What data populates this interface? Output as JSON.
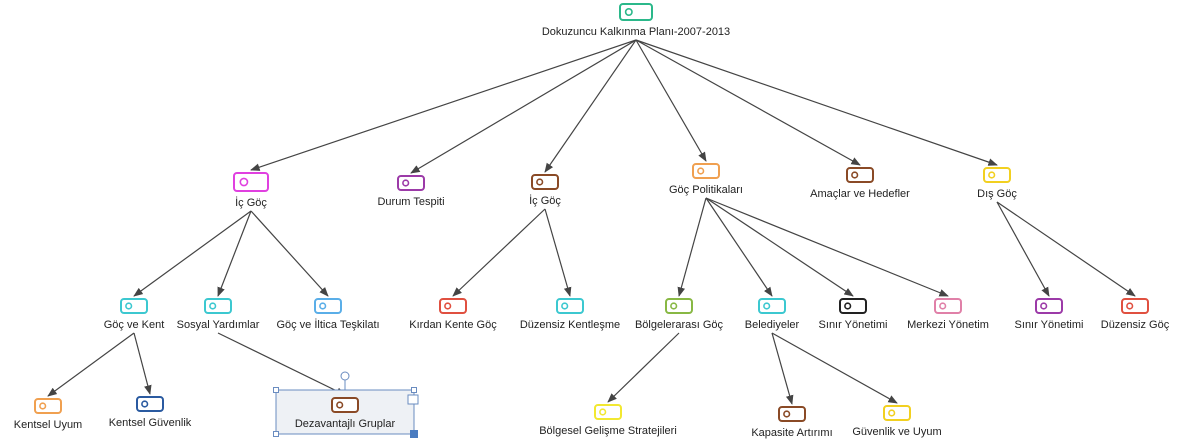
{
  "nodes": [
    {
      "id": "root",
      "label": "Dokuzuncu Kalkınma Planı-2007-2013",
      "color": "#2bb88a"
    },
    {
      "id": "ic_goc_1",
      "label": "İç Göç",
      "color": "#e040e0"
    },
    {
      "id": "durum",
      "label": "Durum Tespiti",
      "color": "#9c3aa8"
    },
    {
      "id": "ic_goc_2",
      "label": "İç Göç",
      "color": "#8a4a26"
    },
    {
      "id": "goc_pol",
      "label": "Göç Politikaları",
      "color": "#f0a050"
    },
    {
      "id": "amaclar",
      "label": "Amaçlar ve Hedefler",
      "color": "#8a4a26"
    },
    {
      "id": "dis_goc",
      "label": "Dış Göç",
      "color": "#f2d020"
    },
    {
      "id": "goc_kent",
      "label": "Göç ve Kent",
      "color": "#3cc8d0"
    },
    {
      "id": "sosyal",
      "label": "Sosyal Yardımlar",
      "color": "#3cc8d0"
    },
    {
      "id": "iltica",
      "label": "Göç ve İltica Teşkilatı",
      "color": "#5aaee8"
    },
    {
      "id": "kirdan",
      "label": "Kırdan Kente Göç",
      "color": "#e05040"
    },
    {
      "id": "duzensiz_k",
      "label": "Düzensiz Kentleşme",
      "color": "#3cc8d0"
    },
    {
      "id": "bolgeler",
      "label": "Bölgelerarası Göç",
      "color": "#88b844"
    },
    {
      "id": "belediye",
      "label": "Belediyeler",
      "color": "#3cc8d0"
    },
    {
      "id": "sinir_1",
      "label": "Sınır Yönetimi",
      "color": "#222222"
    },
    {
      "id": "merkezi",
      "label": "Merkezi Yönetim",
      "color": "#e080a8"
    },
    {
      "id": "sinir_2",
      "label": "Sınır Yönetimi",
      "color": "#9c3aa8"
    },
    {
      "id": "duzensiz_g",
      "label": "Düzensiz Göç",
      "color": "#e05040"
    },
    {
      "id": "uyum",
      "label": "Kentsel Uyum",
      "color": "#f0a050"
    },
    {
      "id": "guvenlik",
      "label": "Kentsel Güvenlik",
      "color": "#2a5aa0"
    },
    {
      "id": "dezav",
      "label": "Dezavantajlı Gruplar",
      "color": "#8a4a26"
    },
    {
      "id": "bolgesel",
      "label": "Bölgesel Gelişme Stratejileri",
      "color": "#f2e830"
    },
    {
      "id": "kapasite",
      "label": "Kapasite Artırımı",
      "color": "#8a4a26"
    },
    {
      "id": "guv_uyum",
      "label": "Güvenlik ve Uyum",
      "color": "#f2d020"
    }
  ],
  "edges": [
    [
      "root",
      "ic_goc_1"
    ],
    [
      "root",
      "durum"
    ],
    [
      "root",
      "ic_goc_2"
    ],
    [
      "root",
      "goc_pol"
    ],
    [
      "root",
      "amaclar"
    ],
    [
      "root",
      "dis_goc"
    ],
    [
      "ic_goc_1",
      "goc_kent"
    ],
    [
      "ic_goc_1",
      "sosyal"
    ],
    [
      "ic_goc_1",
      "iltica"
    ],
    [
      "ic_goc_2",
      "kirdan"
    ],
    [
      "ic_goc_2",
      "duzensiz_k"
    ],
    [
      "goc_pol",
      "bolgeler"
    ],
    [
      "goc_pol",
      "belediye"
    ],
    [
      "goc_pol",
      "sinir_1"
    ],
    [
      "goc_pol",
      "merkezi"
    ],
    [
      "dis_goc",
      "sinir_2"
    ],
    [
      "dis_goc",
      "duzensiz_g"
    ],
    [
      "goc_kent",
      "uyum"
    ],
    [
      "goc_kent",
      "guvenlik"
    ],
    [
      "sosyal",
      "dezav"
    ],
    [
      "bolgeler",
      "bolgesel"
    ],
    [
      "belediye",
      "kapasite"
    ],
    [
      "belediye",
      "guv_uyum"
    ]
  ],
  "selected_node": "dezav"
}
